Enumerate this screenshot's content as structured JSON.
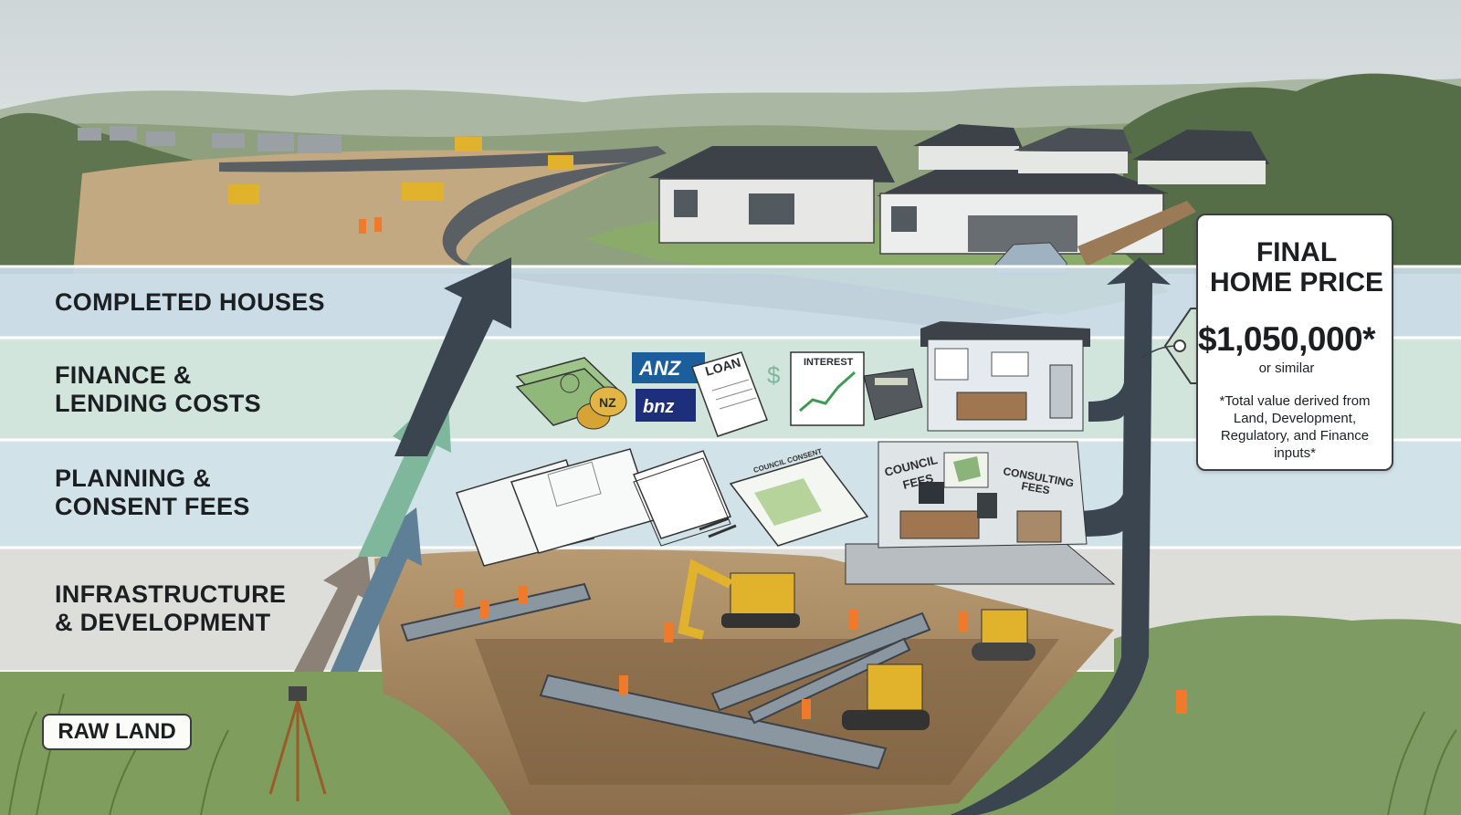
{
  "bands": {
    "completed_houses": "COMPLETED HOUSES",
    "finance_line1": "FINANCE &",
    "finance_line2": "LENDING COSTS",
    "planning_line1": "PLANNING &",
    "planning_line2": "CONSENT FEES",
    "infra_line1": "INFRASTRUCTURE",
    "infra_line2": "& DEVELOPMENT",
    "raw_land": "RAW LAND"
  },
  "price_card": {
    "title_line1": "FINAL",
    "title_line2": "HOME PRICE",
    "amount": "$1,050,000*",
    "amount_sub": "or similar",
    "note_line1": "*Total value derived from",
    "note_line2": "Land, Development,",
    "note_line3": "Regulatory, and Finance",
    "note_line4": "inputs*"
  },
  "props": {
    "bank1": "ANZ",
    "bank2": "bnz",
    "loan": "LOAN",
    "interest": "INTEREST",
    "coin": "NZ",
    "council_line1": "COUNCIL",
    "council_line2": "FEES",
    "consulting_line1": "CONSULTING",
    "consulting_line2": "FEES",
    "consent_doc": "COUNCIL CONSENT"
  },
  "colors": {
    "sky": "#dde3e4",
    "band_houses": "#c9dbe6",
    "band_finance": "#cfe5dc",
    "band_planning": "#cfe2e8",
    "band_infra": "#dcdcd8",
    "arrow_dark": "#3a4550",
    "arrow_green": "#7fb79c",
    "arrow_blue": "#5e7f95",
    "arrow_taupe": "#8c8177",
    "price_tag": "#cfe1d2",
    "dirt": "#a88b66",
    "grass": "#7d9b5c",
    "excavator": "#e1b22c"
  }
}
